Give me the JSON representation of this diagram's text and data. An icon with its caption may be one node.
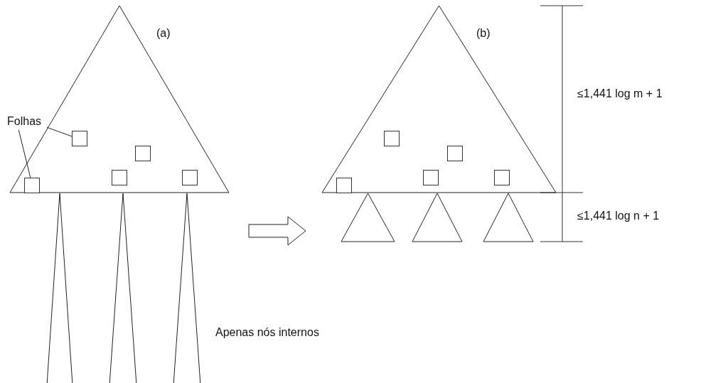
{
  "diagram": {
    "nodes": [
      {
        "text": [
          "(a)"
        ]
      },
      {
        "text": [
          "Folhas"
        ]
      },
      {
        "text": [],
        "shape": "box",
        "in": 0
      },
      {
        "text": [],
        "shape": "box",
        "in": 0
      },
      {
        "text": [],
        "shape": "box",
        "in": 0
      },
      {
        "text": [],
        "shape": "box",
        "in": 0
      },
      {
        "text": [],
        "shape": "box",
        "in": 0
      },
      {
        "text": [
          "(b)"
        ]
      },
      {
        "text": [],
        "shape": "box",
        "in": 7
      },
      {
        "text": [],
        "shape": "box",
        "in": 7
      },
      {
        "text": [],
        "shape": "box",
        "in": 7
      },
      {
        "text": [],
        "shape": "box",
        "in": 7
      },
      {
        "text": [],
        "shape": "box",
        "in": 7
      },
      {
        "text": [],
        "shape": "triangle"
      },
      {
        "text": [],
        "shape": "triangle"
      },
      {
        "text": [],
        "shape": "triangle"
      },
      {
        "text": [],
        "shape": "triangle"
      },
      {
        "text": [],
        "shape": "triangle"
      },
      {
        "text": [],
        "shape": "triangle"
      }
    ],
    "edges": [
      {
        "from": 1,
        "to": 2,
        "arrow": "none"
      },
      {
        "from": 1,
        "to": 3,
        "arrow": "none"
      },
      {
        "from": 0,
        "to": 7,
        "arrow": "to",
        "style": "thick"
      }
    ],
    "labels": [
      "≤1,441 log m + 1",
      "≤1,441 log n + 1",
      "Apenas nós internos"
    ]
  }
}
